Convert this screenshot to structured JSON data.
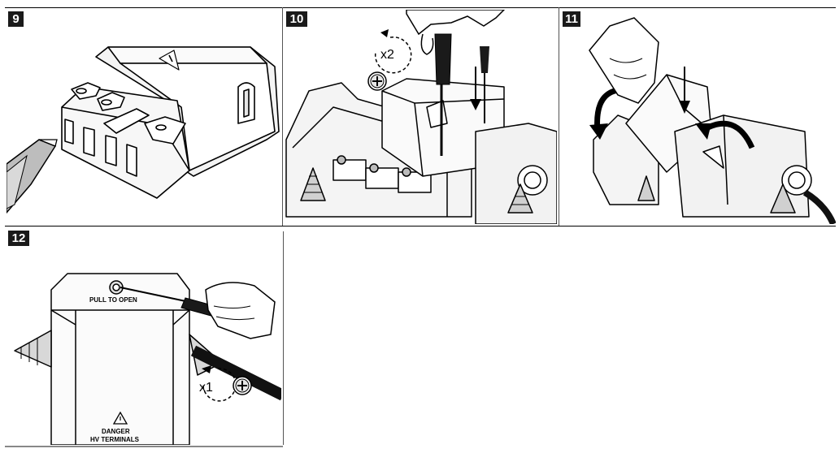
{
  "steps": [
    {
      "number": "9"
    },
    {
      "number": "10",
      "rotation": "x2"
    },
    {
      "number": "11"
    },
    {
      "number": "12",
      "rotation": "x1",
      "pull_label": "PULL TO OPEN",
      "danger_label": "DANGER",
      "danger_sub": "HV TERMINALS"
    }
  ],
  "icons": [
    "phillips-screw-icon",
    "rotate-ccw-arrow-icon",
    "down-arrow-icon",
    "warning-triangle-icon"
  ],
  "colors": {
    "line": "#000000",
    "step_badge": "#1a1a1a",
    "cable": "#111111"
  }
}
